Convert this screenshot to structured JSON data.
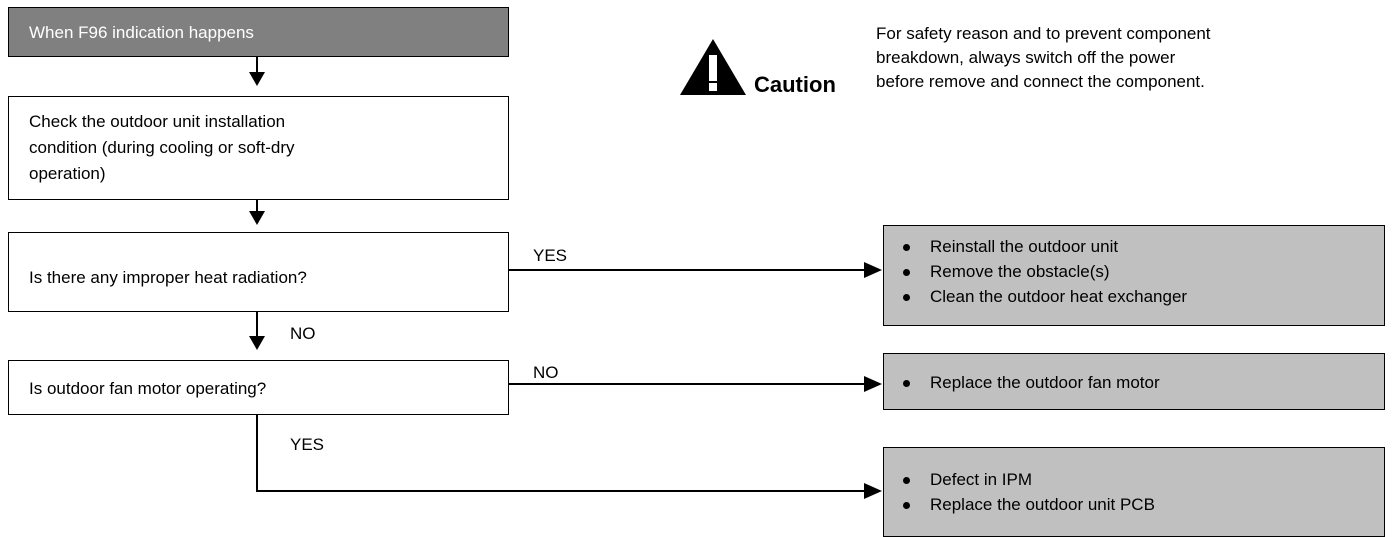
{
  "start": {
    "label": "When F96 indication happens"
  },
  "step1": {
    "lines": [
      "Check the outdoor unit installation",
      "condition (during cooling or soft-dry",
      "operation)"
    ]
  },
  "q1": {
    "text": "Is there any improper heat radiation?",
    "yes_label": "YES",
    "no_label": "NO"
  },
  "q2": {
    "text": "Is outdoor fan motor operating?",
    "no_label": "NO",
    "yes_label": "YES"
  },
  "action_heat": {
    "items": [
      "Reinstall the outdoor unit",
      "Remove the obstacle(s)",
      "Clean the outdoor heat exchanger"
    ]
  },
  "action_fan": {
    "items": [
      "Replace the outdoor fan motor"
    ]
  },
  "action_pcb": {
    "items": [
      "Defect in IPM",
      "Replace the outdoor unit PCB"
    ]
  },
  "caution": {
    "title": "Caution",
    "icon": "warning-triangle-icon",
    "lines": [
      "For safety reason and to prevent component",
      "breakdown, always switch off the power",
      "before remove and connect the component."
    ]
  }
}
